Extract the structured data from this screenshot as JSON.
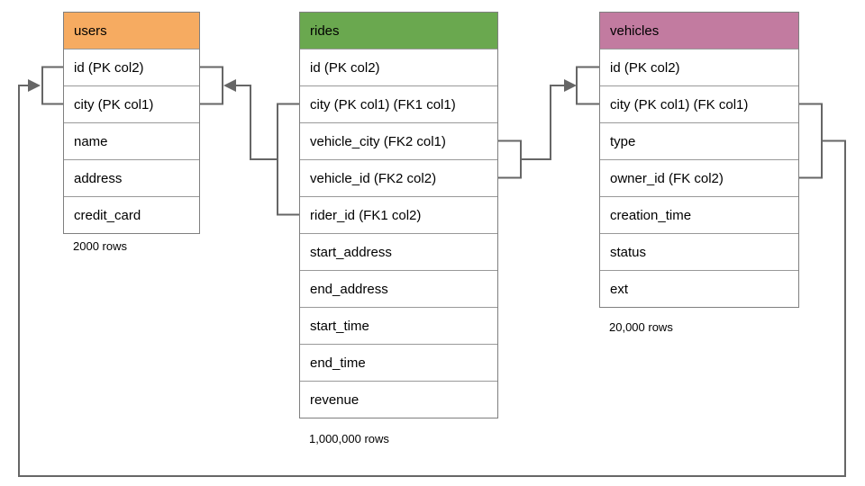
{
  "diagram": {
    "colors": {
      "users_header": "#F6AB61",
      "rides_header": "#6AA84F",
      "vehicles_header": "#C27BA0",
      "connector": "#666666",
      "cell_border": "#999999",
      "text": "#000000"
    },
    "tables": [
      {
        "name": "users",
        "header_color": "#F6AB61",
        "columns": [
          "id (PK col2)",
          "city (PK col1)",
          "name",
          "address",
          "credit_card"
        ],
        "rows_label": "2000 rows"
      },
      {
        "name": "rides",
        "header_color": "#6AA84F",
        "columns": [
          "id (PK col2)",
          "city (PK col1) (FK1 col1)",
          "vehicle_city (FK2 col1)",
          "vehicle_id (FK2 col2)",
          "rider_id (FK1 col2)",
          "start_address",
          "end_address",
          "start_time",
          "end_time",
          "revenue"
        ],
        "rows_label": "1,000,000 rows"
      },
      {
        "name": "vehicles",
        "header_color": "#C27BA0",
        "columns": [
          "id (PK col2)",
          "city (PK col1) (FK col1)",
          "type",
          "owner_id (FK col2)",
          "creation_time",
          "status",
          "ext"
        ],
        "rows_label": "20,000 rows"
      }
    ],
    "relationships": [
      {
        "from_table": "rides",
        "from_columns": [
          "city (FK1 col1)",
          "rider_id (FK1 col2)"
        ],
        "to_table": "users",
        "to_columns": [
          "id (PK col2)",
          "city (PK col1)"
        ],
        "arrow_points_to": "users"
      },
      {
        "from_table": "rides",
        "from_columns": [
          "vehicle_city (FK2 col1)",
          "vehicle_id (FK2 col2)"
        ],
        "to_table": "vehicles",
        "to_columns": [
          "id (PK col2)",
          "city (PK col1)"
        ],
        "arrow_points_to": "vehicles"
      },
      {
        "from_table": "vehicles",
        "from_columns": [
          "city (FK col1)",
          "owner_id (FK col2)"
        ],
        "to_table": "users",
        "to_columns": [
          "id (PK col2)",
          "city (PK col1)"
        ],
        "arrow_points_to": "users"
      }
    ]
  }
}
